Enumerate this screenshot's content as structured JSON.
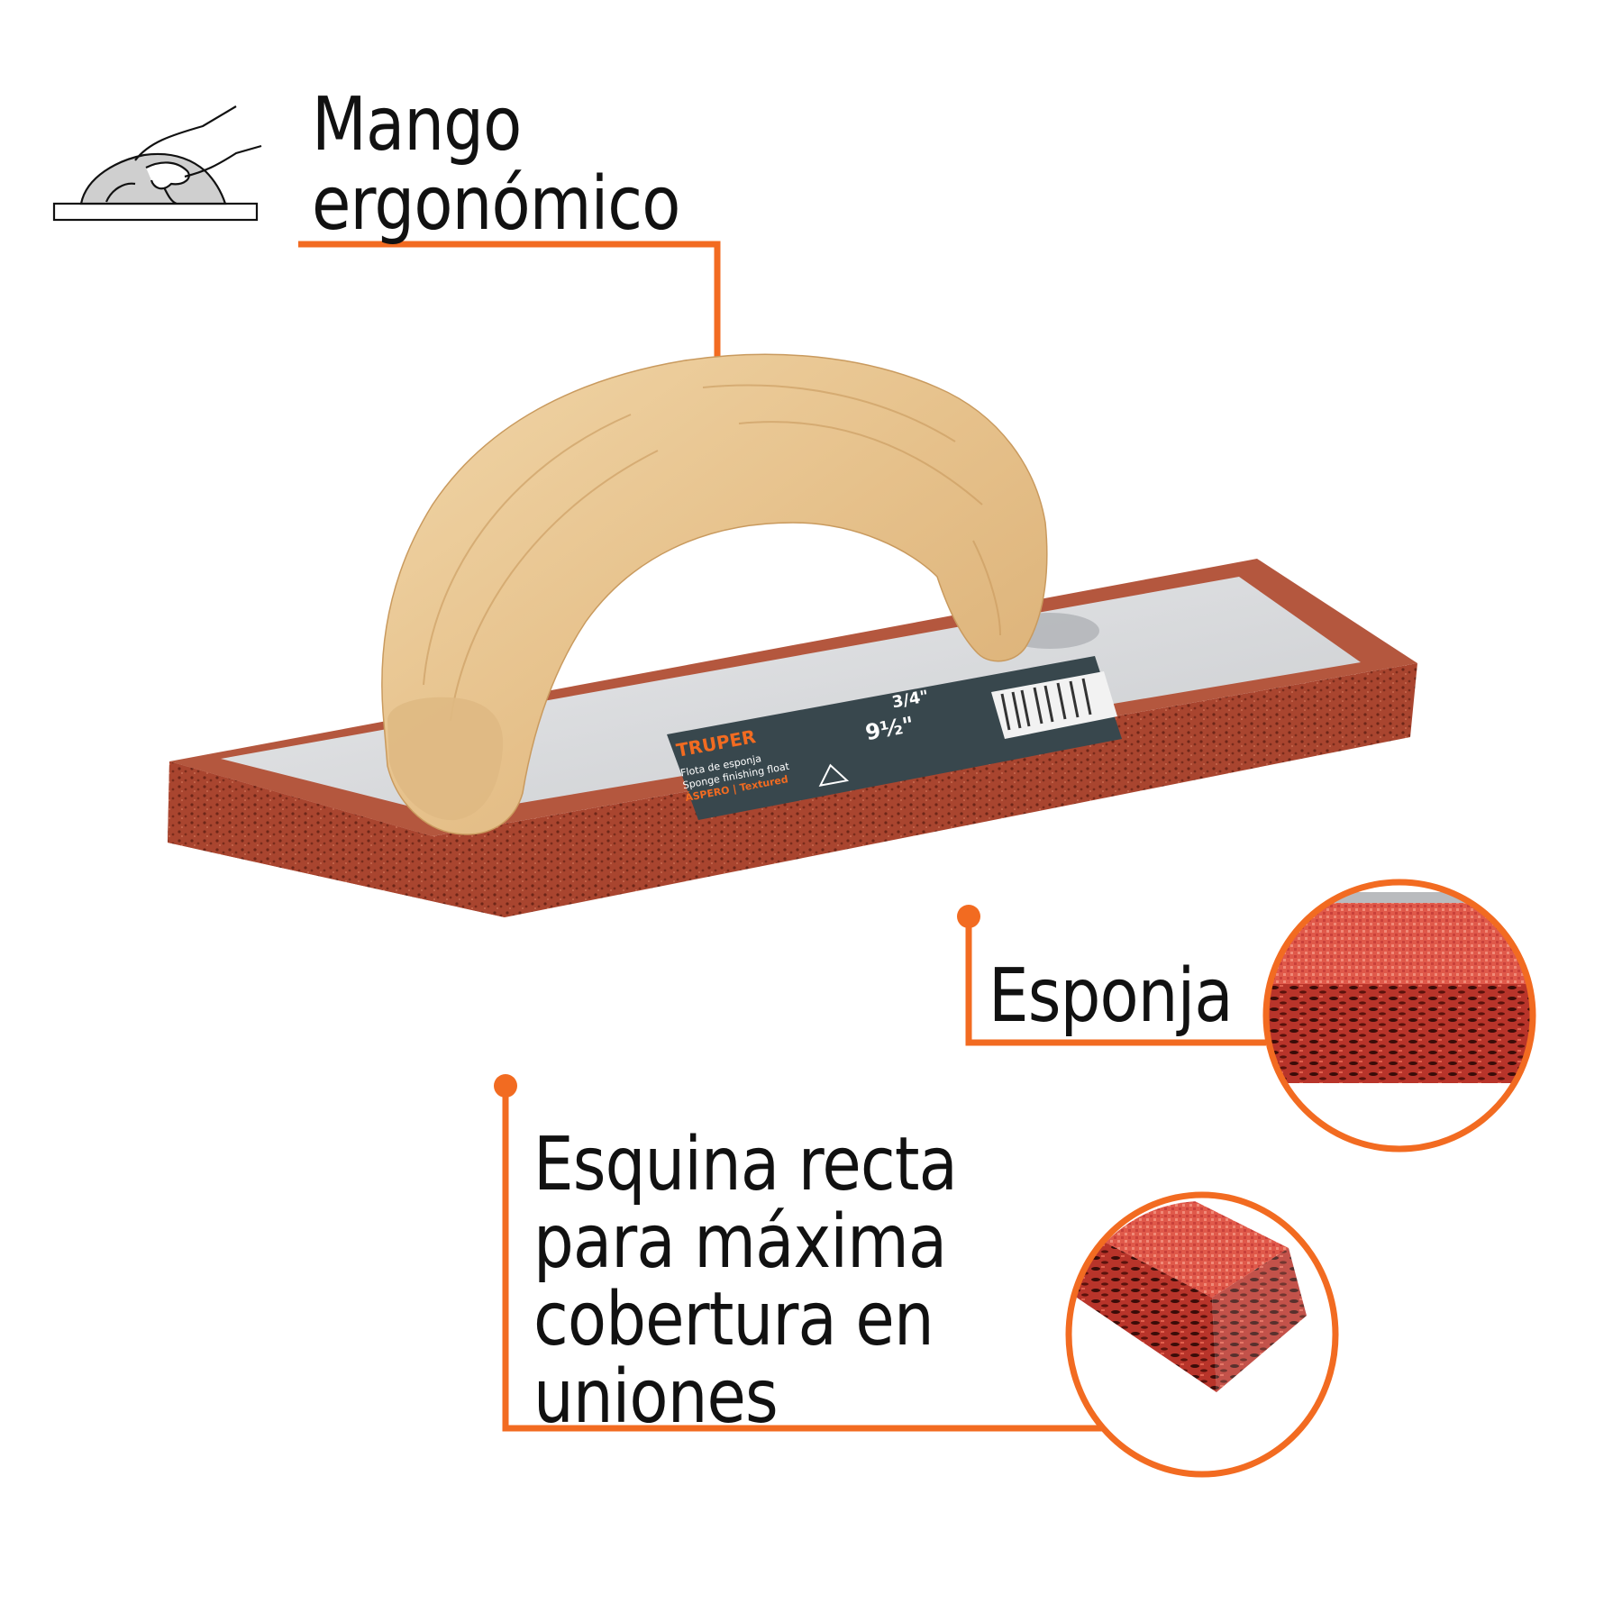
{
  "theme": {
    "accent": "#f26b21",
    "text": "#111111",
    "sponge": "#b5523a",
    "sponge_dark": "#8e3424",
    "plate": "#d9dadc",
    "wood": "#e8c593",
    "label_bg": "#38474d",
    "background": "#ffffff"
  },
  "callouts": [
    {
      "id": "mango",
      "lines": [
        "Mango",
        "ergonómico"
      ],
      "icon": "hand-gripping-float-icon"
    },
    {
      "id": "esponja",
      "lines": [
        "Esponja"
      ],
      "detail_image": "sponge-cross-section-closeup"
    },
    {
      "id": "esquina",
      "lines": [
        "Esquina recta",
        "para máxima",
        "cobertura en",
        "uniones"
      ],
      "detail_image": "sponge-square-corner-closeup"
    }
  ],
  "product_label": {
    "brand": "TRUPER",
    "name_es": "Flota de esponja",
    "name_en": "Sponge finishing float",
    "texture": "ÁSPERO | Textured",
    "thickness": "3/4\"",
    "length": "9½\""
  }
}
